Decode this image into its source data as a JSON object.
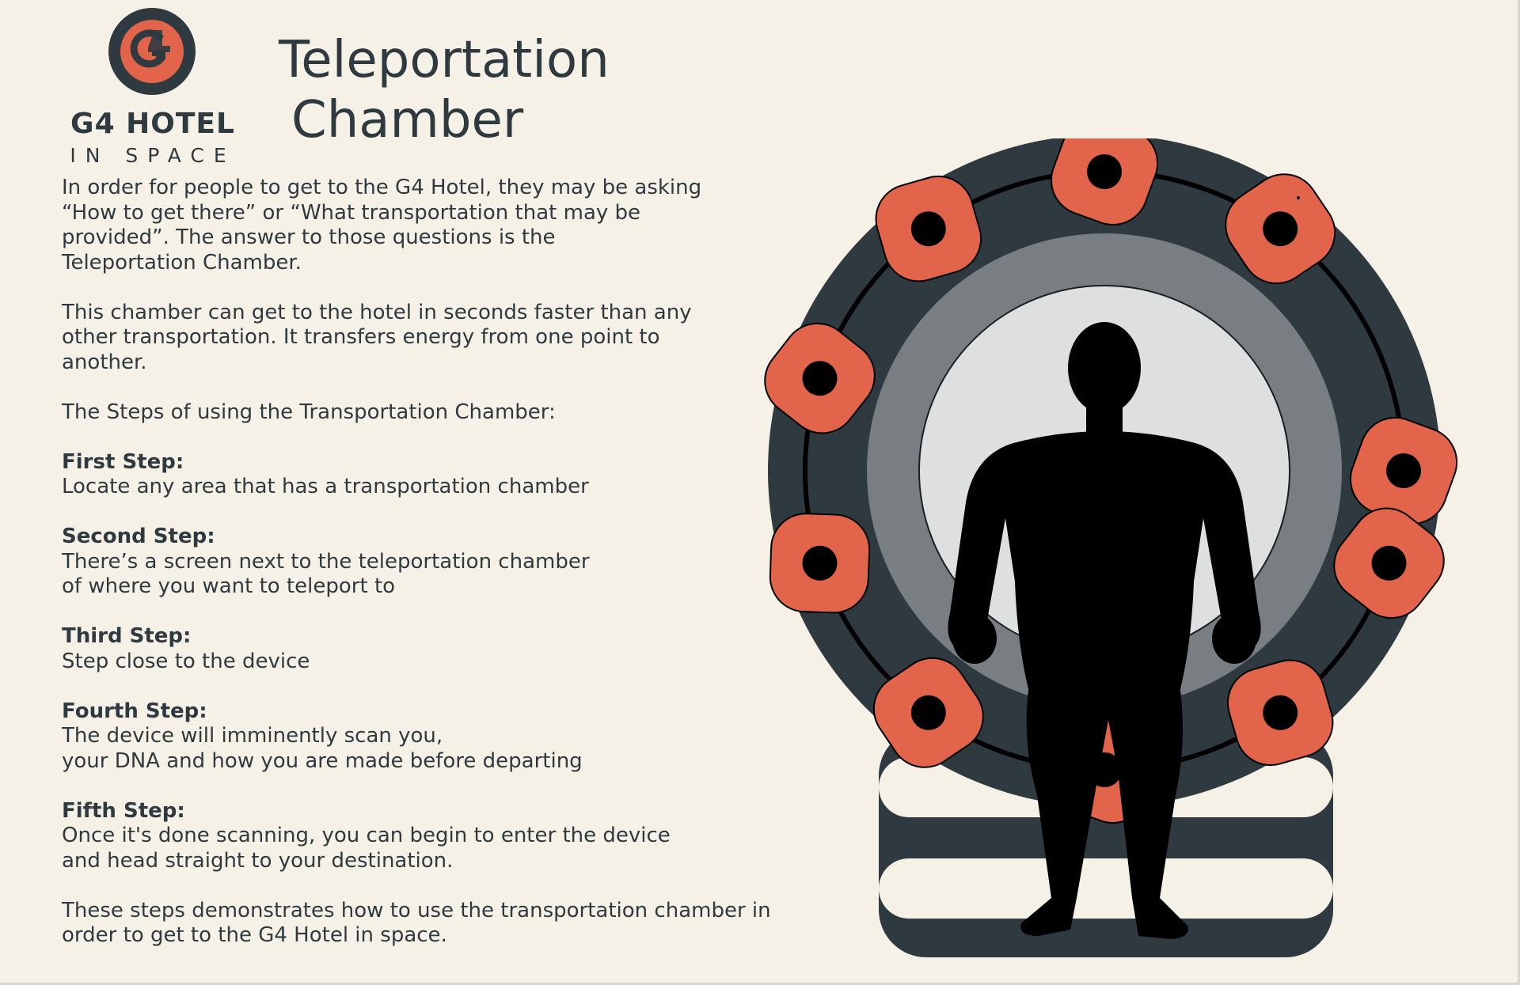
{
  "logo": {
    "name": "G4 HOTEL",
    "sub": "IN SPACE",
    "colors": {
      "ring": "#e2644a",
      "ink": "#2f3a40"
    }
  },
  "title": {
    "line1": "Teleportation",
    "line2": "Chamber"
  },
  "intro": {
    "lines": [
      "In order for people to get to the G4 Hotel,  they may be asking",
      "“How to get there” or “What transportation that may be",
      "provided”. The answer to those questions is the",
      "Teleportation Chamber."
    ]
  },
  "description": {
    "lines": [
      "This chamber can get to the hotel in seconds faster than any",
      "other transportation. It transfers energy from one point to",
      "another."
    ]
  },
  "steps_heading": "The Steps of using the Transportation Chamber:",
  "steps": [
    {
      "title": "First Step:",
      "lines": [
        "Locate any area that has a transportation chamber"
      ]
    },
    {
      "title": "Second Step:",
      "lines": [
        "There’s a screen next to the teleportation chamber",
        "of where you want to teleport to"
      ]
    },
    {
      "title": "Third Step:",
      "lines": [
        "Step close to the device"
      ]
    },
    {
      "title": "Fourth Step:",
      "lines": [
        "The device will imminently scan you,",
        "your DNA and how you are made before departing"
      ]
    },
    {
      "title": "Fifth Step:",
      "lines": [
        "Once it's done scanning, you can begin to enter the device",
        "and head straight to your destination."
      ]
    }
  ],
  "conclusion": {
    "lines": [
      "These steps demonstrates how to use the transportation chamber in",
      "order to get to the G4 Hotel in space."
    ]
  },
  "illustration": {
    "colors": {
      "outer_ring": "#2f3a40",
      "mid_ring": "#787e82",
      "inner_disc": "#dde0df",
      "node": "#e2644a",
      "silhouette": "#000000",
      "base_stripe": "#f5f1e6"
    },
    "icons": [
      "teleporter-chamber-icon",
      "human-silhouette-icon"
    ]
  }
}
